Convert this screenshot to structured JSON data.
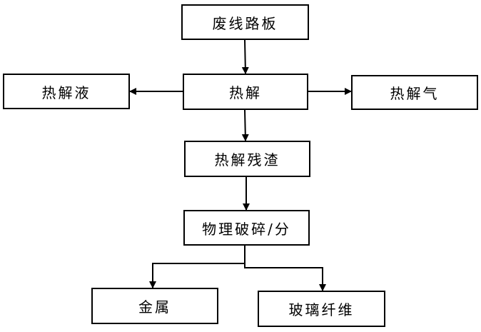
{
  "diagram": {
    "nodes": {
      "waste_pcb": "废线路板",
      "pyrolysis": "热解",
      "pyrolysis_oil": "热解液",
      "pyrolysis_gas": "热解气",
      "pyrolysis_residue": "热解残渣",
      "physical_crushing": "物理破碎/分",
      "metal": "金属",
      "glass_fiber": "玻璃纤维"
    }
  },
  "colors": {
    "stroke": "#000000",
    "background": "#ffffff"
  }
}
